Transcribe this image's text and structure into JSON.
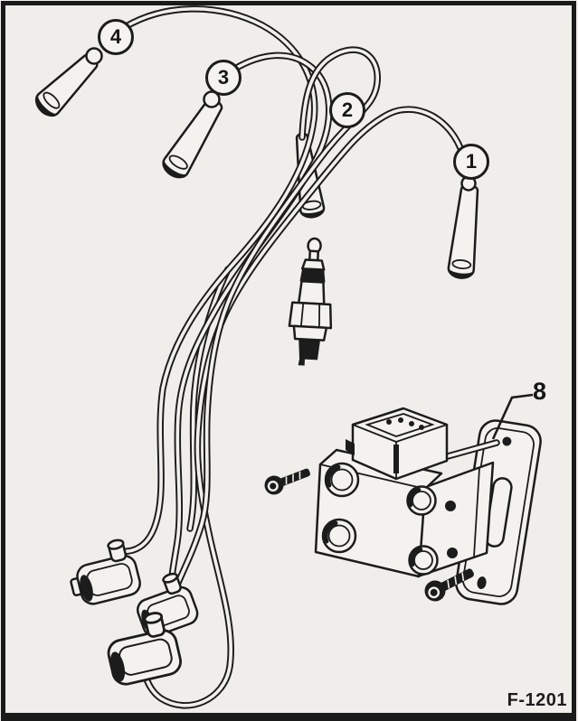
{
  "figure": {
    "callouts": {
      "c1": "1",
      "c2": "2",
      "c3": "3",
      "c4": "4",
      "c8": "8"
    },
    "figure_code": "F-1201",
    "colors": {
      "ink": "#1c1c1c",
      "paper": "#f0eeea"
    }
  }
}
